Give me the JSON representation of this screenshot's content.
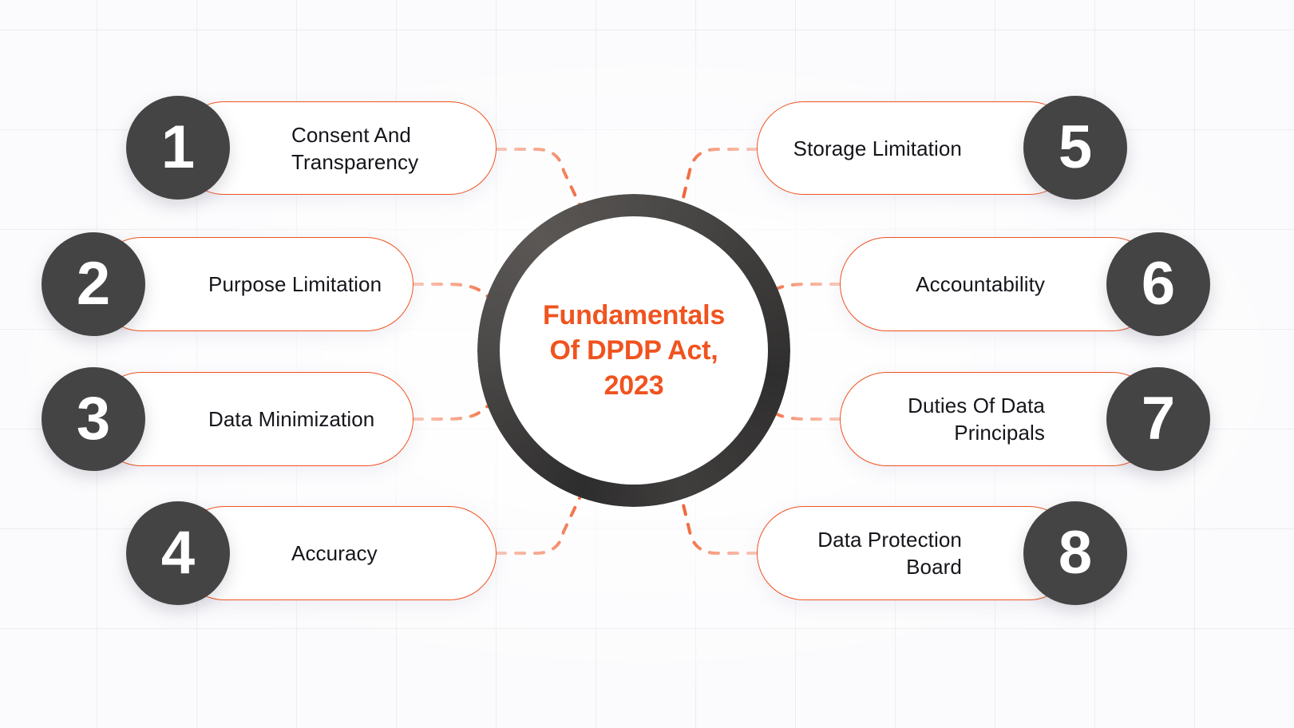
{
  "diagram": {
    "center": {
      "title": "Fundamentals\nOf DPDP Act,\n2023",
      "accent_color": "#f0531f",
      "ring_color": "#3e3d3d"
    },
    "badge_color": "#454444",
    "card_border_color": "#f0531f",
    "connector_color": "#f0531f",
    "background_color": "#fbfbfd",
    "items": [
      {
        "number": "1",
        "label": "Consent And\nTransparency",
        "side": "left"
      },
      {
        "number": "2",
        "label": "Purpose Limitation",
        "side": "left"
      },
      {
        "number": "3",
        "label": "Data Minimization",
        "side": "left"
      },
      {
        "number": "4",
        "label": "Accuracy",
        "side": "left"
      },
      {
        "number": "5",
        "label": "Storage Limitation",
        "side": "right"
      },
      {
        "number": "6",
        "label": "Accountability",
        "side": "right"
      },
      {
        "number": "7",
        "label": "Duties Of Data\nPrincipals",
        "side": "right"
      },
      {
        "number": "8",
        "label": "Data Protection Board",
        "side": "right"
      }
    ]
  }
}
